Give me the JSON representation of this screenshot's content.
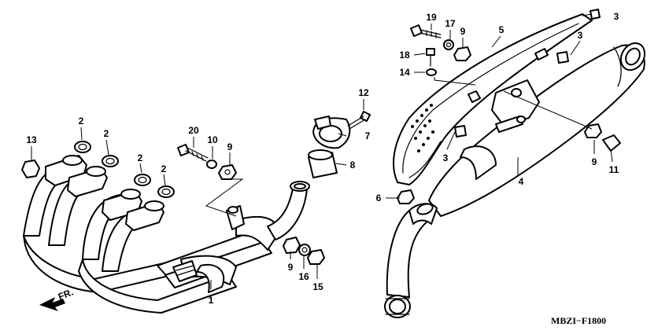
{
  "diagram": {
    "code": "MBZI−F1800",
    "direction_label": "FR.",
    "callouts": [
      {
        "id": "c1",
        "label": "1"
      },
      {
        "id": "c2a",
        "label": "2"
      },
      {
        "id": "c2b",
        "label": "2"
      },
      {
        "id": "c2c",
        "label": "2"
      },
      {
        "id": "c2d",
        "label": "2"
      },
      {
        "id": "c3a",
        "label": "3"
      },
      {
        "id": "c3b",
        "label": "3"
      },
      {
        "id": "c3c",
        "label": "3"
      },
      {
        "id": "c4",
        "label": "4"
      },
      {
        "id": "c5",
        "label": "5"
      },
      {
        "id": "c6",
        "label": "6"
      },
      {
        "id": "c7",
        "label": "7"
      },
      {
        "id": "c8",
        "label": "8"
      },
      {
        "id": "c9a",
        "label": "9"
      },
      {
        "id": "c9b",
        "label": "9"
      },
      {
        "id": "c9c",
        "label": "9"
      },
      {
        "id": "c9d",
        "label": "9"
      },
      {
        "id": "c10",
        "label": "10"
      },
      {
        "id": "c11",
        "label": "11"
      },
      {
        "id": "c12",
        "label": "12"
      },
      {
        "id": "c13",
        "label": "13"
      },
      {
        "id": "c14",
        "label": "14"
      },
      {
        "id": "c15",
        "label": "15"
      },
      {
        "id": "c16",
        "label": "16"
      },
      {
        "id": "c17",
        "label": "17"
      },
      {
        "id": "c18",
        "label": "18"
      },
      {
        "id": "c19",
        "label": "19"
      },
      {
        "id": "c20",
        "label": "20"
      }
    ]
  }
}
